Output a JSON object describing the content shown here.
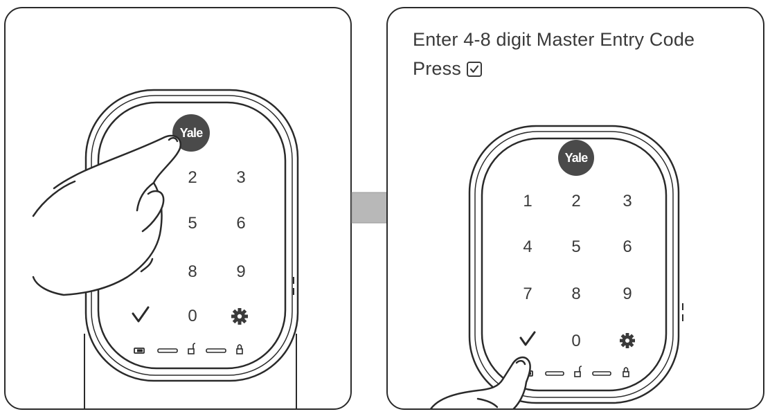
{
  "instructions": {
    "line1": "Enter 4-8 digit Master Entry Code",
    "line2": "Press"
  },
  "lock": {
    "logo": "Yale",
    "keys": [
      "1",
      "2",
      "3",
      "4",
      "5",
      "6",
      "7",
      "8",
      "9",
      "0"
    ]
  },
  "icons": {
    "check": "check-icon",
    "settings": "gear-icon",
    "unlocked": "unlocked-padlock-icon",
    "locked": "locked-padlock-icon",
    "battery": "battery-icon",
    "arrow": "arrow-right-icon",
    "hand": "hand-pointing-icon"
  },
  "colors": {
    "stroke": "#2a2a2a",
    "logo_fill": "#4a4a4a",
    "arrow_fill": "#b8b8b8"
  }
}
